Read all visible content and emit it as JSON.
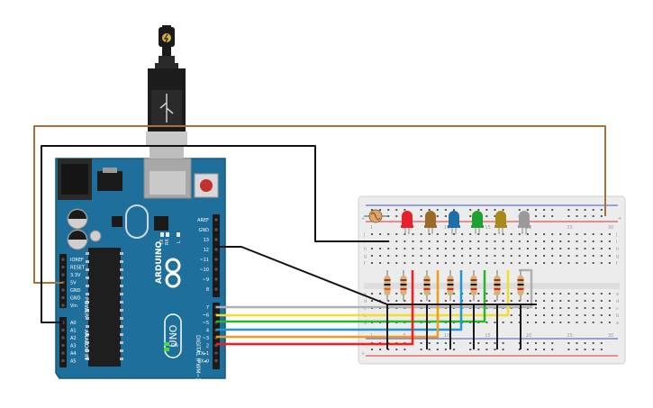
{
  "arduino": {
    "board_name": "ARDUINO",
    "model": "UNO",
    "power_header_title": "POWER",
    "analog_header_title": "ANALOG IN",
    "digital_header_title": "DIGITAL (PWM~)",
    "power_pins": [
      "IOREF",
      "RESET",
      "3.3V",
      "5V",
      "GND",
      "GND",
      "Vin"
    ],
    "analog_pins": [
      "A0",
      "A1",
      "A2",
      "A3",
      "A4",
      "A5"
    ],
    "top_pins": [
      "AREF",
      "GND",
      "13",
      "12",
      "~11",
      "~10",
      "~9",
      "8"
    ],
    "bottom_pins": [
      "7",
      "~6",
      "~5",
      "4",
      "~3",
      "2",
      "TX▸1",
      "RX◂0"
    ],
    "on_label": "ON",
    "tx_label": "TX",
    "rx_label": "RX",
    "l_label": "L"
  },
  "breadboard": {
    "row_letters_top": [
      "j",
      "i",
      "h",
      "g",
      "f"
    ],
    "row_letters_bottom": [
      "e",
      "d",
      "c",
      "b",
      "a"
    ],
    "col_numbers": [
      "1",
      "5",
      "10",
      "15",
      "20",
      "25",
      "30"
    ],
    "rail_plus": "+",
    "rail_minus": "-"
  },
  "components": {
    "leds": [
      {
        "name": "red",
        "color": "#e8202a"
      },
      {
        "name": "orange",
        "color": "#9b6a2a"
      },
      {
        "name": "blue",
        "color": "#1e6fa8"
      },
      {
        "name": "green",
        "color": "#1fa033"
      },
      {
        "name": "yellow",
        "color": "#a88a1a"
      },
      {
        "name": "white",
        "color": "#9a9a9a"
      }
    ],
    "resistor_count": 7
  },
  "wires": {
    "colors": [
      "#ff1a1a",
      "#f29a1a",
      "#2196d8",
      "#2bb52b",
      "#f2de2a",
      "#b0b0b0",
      "#111111",
      "#a8703a"
    ]
  }
}
